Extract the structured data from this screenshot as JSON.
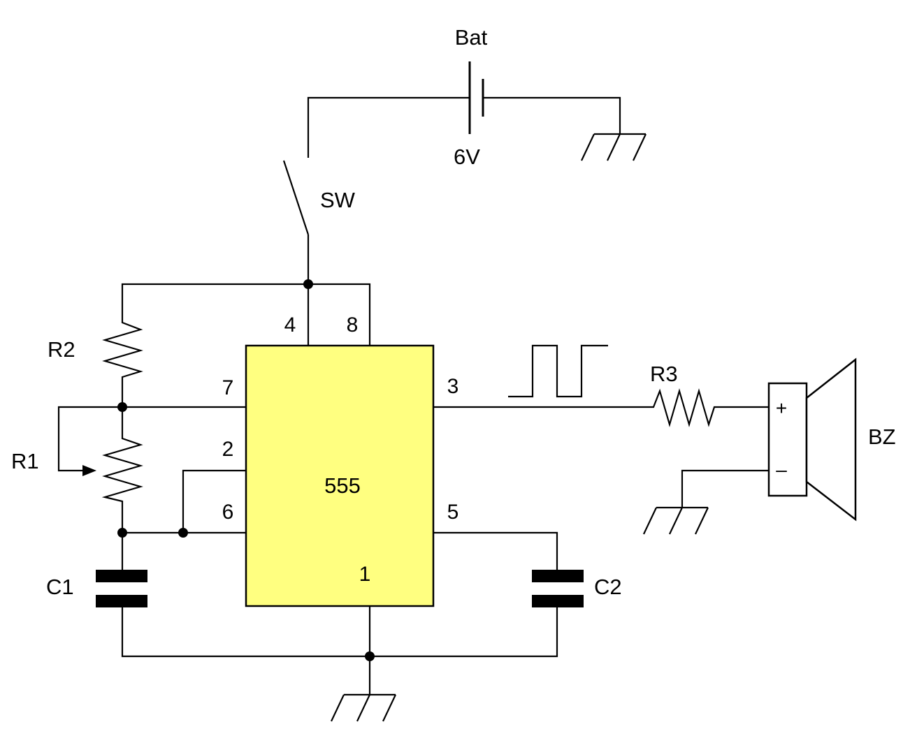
{
  "colors": {
    "chip_fill": "#ffff80",
    "wire": "#000000",
    "background": "#ffffff"
  },
  "labels": {
    "battery": "Bat",
    "battery_voltage": "6V",
    "switch": "SW",
    "r1": "R1",
    "r2": "R2",
    "r3": "R3",
    "c1": "C1",
    "c2": "C2",
    "buzzer": "BZ",
    "chip": "555"
  },
  "pins": {
    "p4": "4",
    "p8": "8",
    "p7": "7",
    "p2": "2",
    "p6": "6",
    "p3": "3",
    "p5": "5",
    "p1": "1"
  },
  "buzzer_terminals": {
    "plus": "+",
    "minus": "–"
  },
  "icons": [
    "ground-icon",
    "battery-icon",
    "switch-icon",
    "resistor-icon",
    "potentiometer-icon",
    "capacitor-icon",
    "buzzer-icon",
    "square-wave-icon"
  ]
}
